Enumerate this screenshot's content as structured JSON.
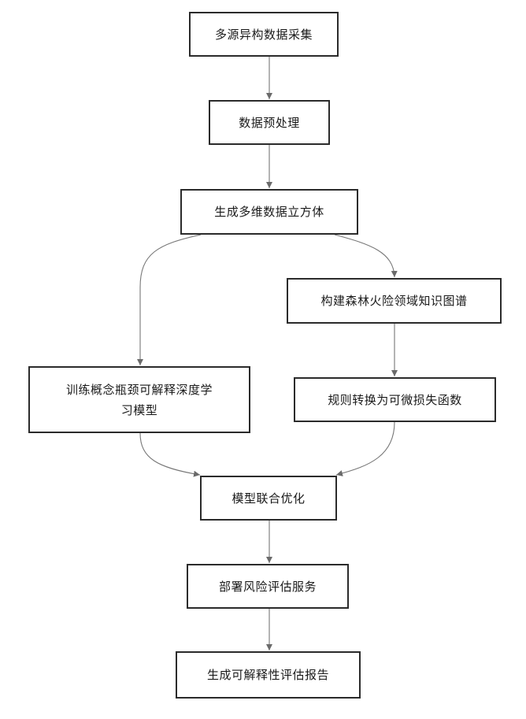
{
  "diagram": {
    "nodes": [
      {
        "id": "n1",
        "label": "多源异构数据采集"
      },
      {
        "id": "n2",
        "label": "数据预处理"
      },
      {
        "id": "n3",
        "label": "生成多维数据立方体"
      },
      {
        "id": "n4",
        "label": "构建森林火险领域知识图谱"
      },
      {
        "id": "n5",
        "label": "训练概念瓶颈可解释深度学习模型"
      },
      {
        "id": "n6",
        "label": "规则转换为可微损失函数"
      },
      {
        "id": "n7",
        "label": "模型联合优化"
      },
      {
        "id": "n8",
        "label": "部署风险评估服务"
      },
      {
        "id": "n9",
        "label": "生成可解释性评估报告"
      }
    ],
    "box5_lines": [
      "训练概念瓶颈可解释深度学",
      "习模型"
    ],
    "edges": [
      {
        "from": "n1",
        "to": "n2"
      },
      {
        "from": "n2",
        "to": "n3"
      },
      {
        "from": "n3",
        "to": "n5"
      },
      {
        "from": "n3",
        "to": "n4"
      },
      {
        "from": "n4",
        "to": "n6"
      },
      {
        "from": "n5",
        "to": "n7"
      },
      {
        "from": "n6",
        "to": "n7"
      },
      {
        "from": "n7",
        "to": "n8"
      },
      {
        "from": "n8",
        "to": "n9"
      }
    ],
    "colors": {
      "box_border": "#2b2b2b",
      "arrow": "#777777",
      "background": "#ffffff"
    }
  }
}
